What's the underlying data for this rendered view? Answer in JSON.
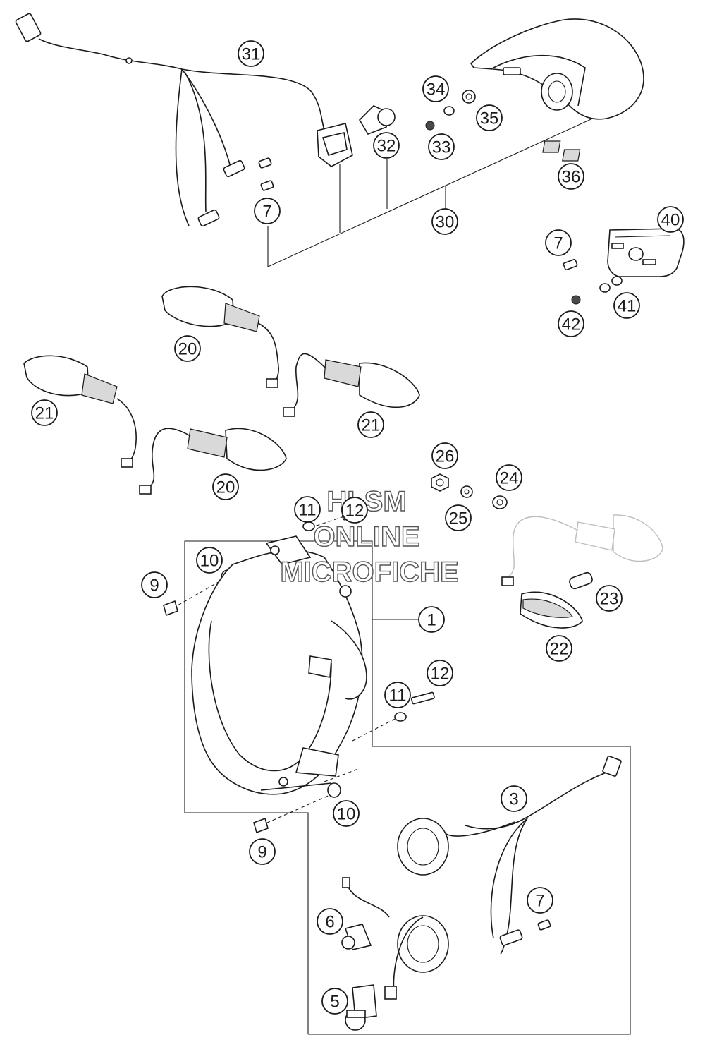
{
  "watermark": {
    "line1": "HLSM",
    "line2": "ONLINE",
    "line3": "MICROFICHE"
  },
  "callouts": [
    {
      "id": "c31",
      "label": "31"
    },
    {
      "id": "c34",
      "label": "34"
    },
    {
      "id": "c35",
      "label": "35"
    },
    {
      "id": "c33",
      "label": "33"
    },
    {
      "id": "c32",
      "label": "32"
    },
    {
      "id": "c36",
      "label": "36"
    },
    {
      "id": "c7a",
      "label": "7"
    },
    {
      "id": "c30",
      "label": "30"
    },
    {
      "id": "c40",
      "label": "40"
    },
    {
      "id": "c7b",
      "label": "7"
    },
    {
      "id": "c41",
      "label": "41"
    },
    {
      "id": "c42",
      "label": "42"
    },
    {
      "id": "c20a",
      "label": "20"
    },
    {
      "id": "c21a",
      "label": "21"
    },
    {
      "id": "c21b",
      "label": "21"
    },
    {
      "id": "c20b",
      "label": "20"
    },
    {
      "id": "c26",
      "label": "26"
    },
    {
      "id": "c24",
      "label": "24"
    },
    {
      "id": "c25",
      "label": "25"
    },
    {
      "id": "c12a",
      "label": "12"
    },
    {
      "id": "c11a",
      "label": "11"
    },
    {
      "id": "c10a",
      "label": "10"
    },
    {
      "id": "c9a",
      "label": "9"
    },
    {
      "id": "c1",
      "label": "1"
    },
    {
      "id": "c23",
      "label": "23"
    },
    {
      "id": "c22",
      "label": "22"
    },
    {
      "id": "c12b",
      "label": "12"
    },
    {
      "id": "c11b",
      "label": "11"
    },
    {
      "id": "c3",
      "label": "3"
    },
    {
      "id": "c10b",
      "label": "10"
    },
    {
      "id": "c9b",
      "label": "9"
    },
    {
      "id": "c7c",
      "label": "7"
    },
    {
      "id": "c6",
      "label": "6"
    },
    {
      "id": "c5",
      "label": "5"
    }
  ]
}
